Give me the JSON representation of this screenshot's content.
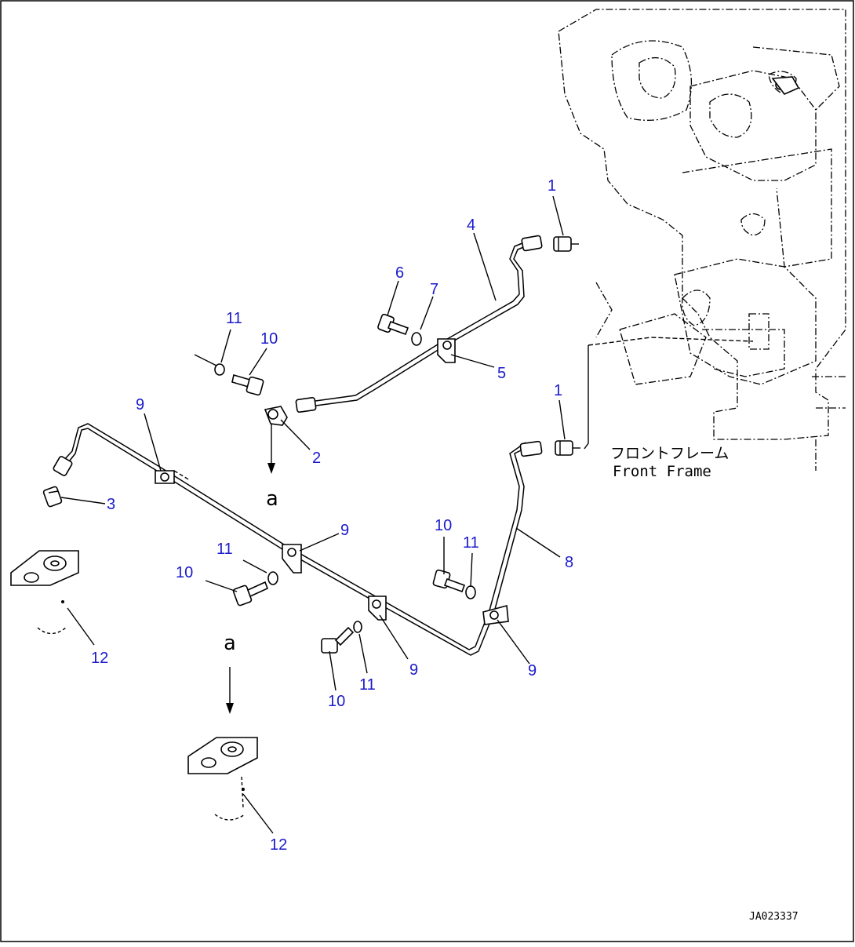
{
  "callouts": [
    {
      "id": "c1a",
      "text": "1"
    },
    {
      "id": "c1b",
      "text": "1"
    },
    {
      "id": "c2",
      "text": "2"
    },
    {
      "id": "c3",
      "text": "3"
    },
    {
      "id": "c4",
      "text": "4"
    },
    {
      "id": "c5",
      "text": "5"
    },
    {
      "id": "c6",
      "text": "6"
    },
    {
      "id": "c7",
      "text": "7"
    },
    {
      "id": "c8",
      "text": "8"
    },
    {
      "id": "c9a",
      "text": "9"
    },
    {
      "id": "c9b",
      "text": "9"
    },
    {
      "id": "c9c",
      "text": "9"
    },
    {
      "id": "c9d",
      "text": "9"
    },
    {
      "id": "c10a",
      "text": "10"
    },
    {
      "id": "c10b",
      "text": "10"
    },
    {
      "id": "c10c",
      "text": "10"
    },
    {
      "id": "c10d",
      "text": "10"
    },
    {
      "id": "c11a",
      "text": "11"
    },
    {
      "id": "c11b",
      "text": "11"
    },
    {
      "id": "c11c",
      "text": "11"
    },
    {
      "id": "c11d",
      "text": "11"
    },
    {
      "id": "c12a",
      "text": "12"
    },
    {
      "id": "c12b",
      "text": "12"
    }
  ],
  "view_marker": "a",
  "frame_label": {
    "jp": "フロントフレーム",
    "en": "Front Frame"
  },
  "drawing_number": "JA023337",
  "colors": {
    "callout": "#1a1acc",
    "line": "#000000",
    "background": "#ffffff"
  }
}
